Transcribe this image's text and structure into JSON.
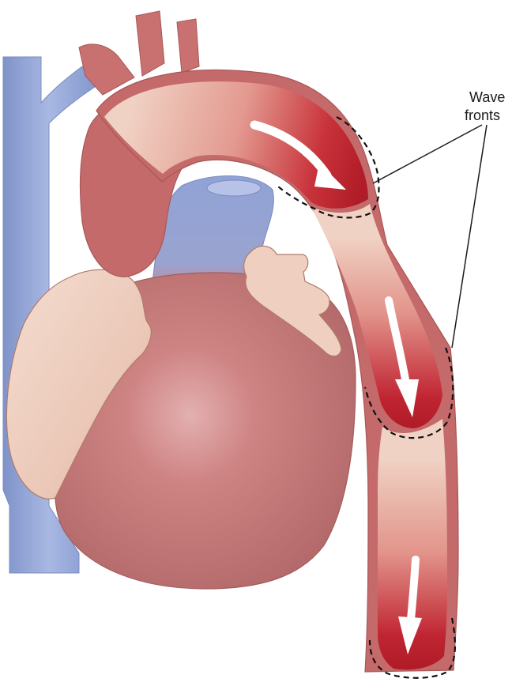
{
  "annotation": {
    "line1": "Wave",
    "line2": "fronts"
  },
  "colors": {
    "vein_blue": "#8fa3d6",
    "vein_blue_light": "#a9b8e3",
    "heart_pink": "#c97878",
    "heart_highlight": "#dda6a6",
    "aorta_wall": "#c46a6a",
    "aorta_light": "#efc9bd",
    "atrium_cream": "#f0d6c8",
    "blood_red": "#b51e2a",
    "arrow_white": "#ffffff",
    "dash_black": "#111111"
  },
  "icons": [
    "blood-flow-arrow",
    "wave-front-outline"
  ]
}
